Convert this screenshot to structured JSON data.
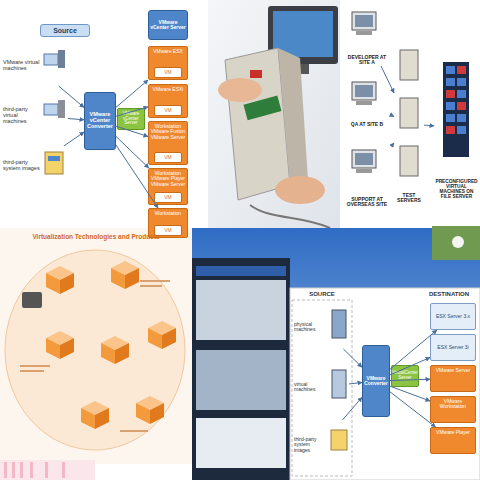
{
  "diagram": {
    "nodes": [
      {
        "text": [
          "Source"
        ]
      },
      {
        "text": [
          "VMware virtual machines"
        ]
      },
      {
        "text": [
          "third-party virtual machines"
        ]
      },
      {
        "text": [
          "third-party system images"
        ]
      },
      {
        "text": [
          "VMware vCenter Converter"
        ]
      },
      {
        "text": [
          "VMware vCenter Server"
        ]
      },
      {
        "text": [
          "VMware vCenter Server"
        ]
      },
      {
        "text": [
          "VMware ESX"
        ]
      },
      {
        "text": [
          "VM"
        ],
        "in": 7
      },
      {
        "text": [
          "VMware ESXi"
        ]
      },
      {
        "text": [
          "VM"
        ],
        "in": 9
      },
      {
        "text": [
          "Workstation VMware Fusion VMware Server"
        ]
      },
      {
        "text": [
          "VM"
        ],
        "in": 11
      },
      {
        "text": [
          "Workstation VMware Player VMware Server"
        ]
      },
      {
        "text": [
          "VM"
        ],
        "in": 13
      },
      {
        "text": [
          "Workstation"
        ]
      },
      {
        "text": [
          "VM"
        ],
        "in": 15
      },
      {
        "text": [
          "DEVELOPER AT SITE A"
        ]
      },
      {
        "text": [
          "QA AT SITE B"
        ]
      },
      {
        "text": [
          "SUPPORT AT OVERSEAS SITE"
        ]
      },
      {
        "text": [
          "TEST SERVERS"
        ]
      },
      {
        "text": [
          "PRECONFIGURED VIRTUAL MACHINES ON FILE SERVER"
        ]
      },
      {
        "text": [
          "physical machines"
        ]
      },
      {
        "text": [
          "virtual machines"
        ]
      },
      {
        "text": [
          "third-party system images"
        ]
      },
      {
        "text": [
          "VMware Converter"
        ]
      },
      {
        "text": [
          "VirtualCenter Server"
        ]
      },
      {
        "text": [
          "ESX Server 3.x"
        ]
      },
      {
        "text": [
          "ESX Server 3i"
        ]
      },
      {
        "text": [
          "VMware Server"
        ]
      },
      {
        "text": [
          "VMware Workstation"
        ]
      },
      {
        "text": [
          "VMware Player"
        ]
      }
    ],
    "edges": [
      {
        "from": 1,
        "to": 4,
        "arrow": "to"
      },
      {
        "from": 2,
        "to": 4,
        "arrow": "to"
      },
      {
        "from": 3,
        "to": 4,
        "arrow": "to"
      },
      {
        "from": 4,
        "to": 7,
        "arrow": "to"
      },
      {
        "from": 4,
        "to": 9,
        "arrow": "to"
      },
      {
        "from": 4,
        "to": 11,
        "arrow": "to"
      },
      {
        "from": 4,
        "to": 13,
        "arrow": "to"
      },
      {
        "from": 4,
        "to": 15,
        "arrow": "to"
      },
      {
        "from": 17,
        "to": 20,
        "arrow": "to"
      },
      {
        "from": 18,
        "to": 20,
        "arrow": "to"
      },
      {
        "from": 19,
        "to": 20,
        "arrow": "to"
      },
      {
        "from": 20,
        "to": 21,
        "arrow": "to"
      },
      {
        "from": 22,
        "to": 25,
        "arrow": "to"
      },
      {
        "from": 23,
        "to": 25,
        "arrow": "to"
      },
      {
        "from": 24,
        "to": 25,
        "arrow": "to"
      },
      {
        "from": 25,
        "to": 27,
        "arrow": "to"
      },
      {
        "from": 25,
        "to": 28,
        "arrow": "to"
      },
      {
        "from": 25,
        "to": 29,
        "arrow": "to"
      },
      {
        "from": 25,
        "to": 30,
        "arrow": "to"
      },
      {
        "from": 25,
        "to": 31,
        "arrow": "to"
      }
    ],
    "labels": [
      "Virtualization Technologies and Products",
      "SOURCE",
      "DESTINATION"
    ]
  }
}
